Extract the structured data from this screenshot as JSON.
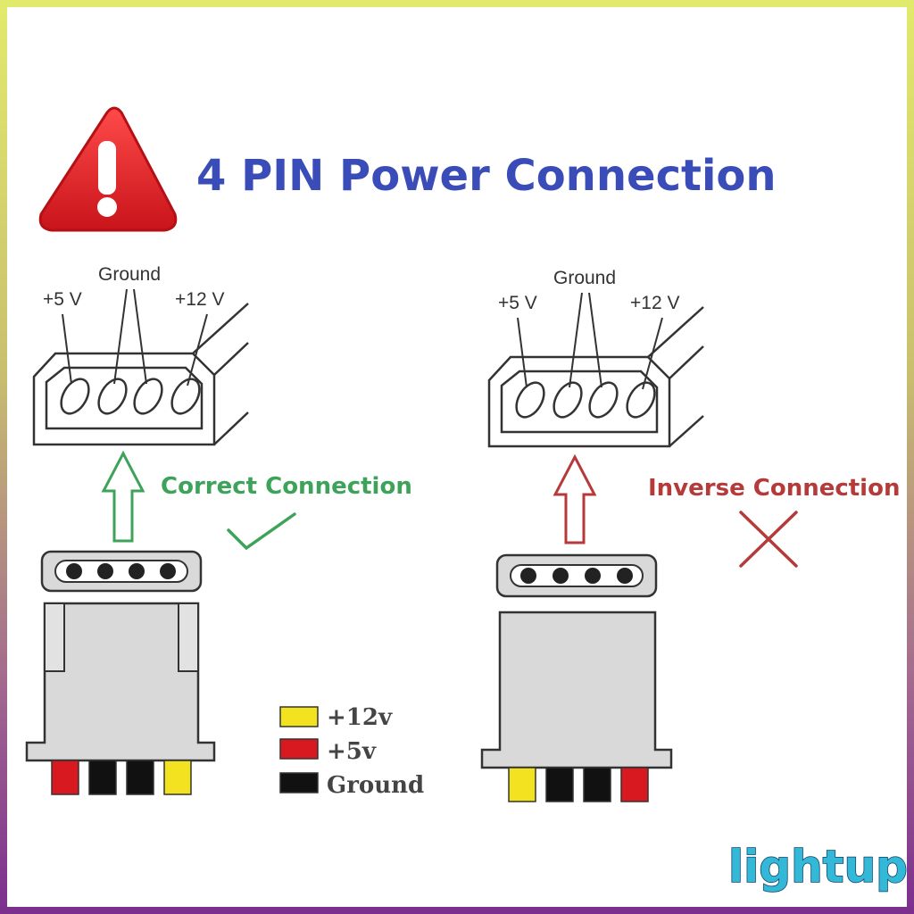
{
  "title": "4 PIN Power Connection",
  "left": {
    "labels": {
      "plus5": "+5 V",
      "ground": "Ground",
      "plus12": "+12 V"
    },
    "status": "Correct Connection",
    "status_icon": "check-icon",
    "wire_colors": [
      "#d8191f",
      "#111111",
      "#111111",
      "#f2e21f"
    ]
  },
  "right": {
    "labels": {
      "plus5": "+5 V",
      "ground": "Ground",
      "plus12": "+12 V"
    },
    "status": "Inverse Connection",
    "status_icon": "cross-icon",
    "wire_colors": [
      "#f2e21f",
      "#111111",
      "#111111",
      "#d8191f"
    ]
  },
  "legend": [
    {
      "color": "#f2e21f",
      "label": "+12v"
    },
    {
      "color": "#d8191f",
      "label": "+5v"
    },
    {
      "color": "#111111",
      "label": "Ground"
    }
  ],
  "brand": "lightup",
  "colors": {
    "title": "#3a4cb8",
    "correct": "#3ea35a",
    "inverse": "#b53a3a",
    "warning": "#e0252a"
  }
}
